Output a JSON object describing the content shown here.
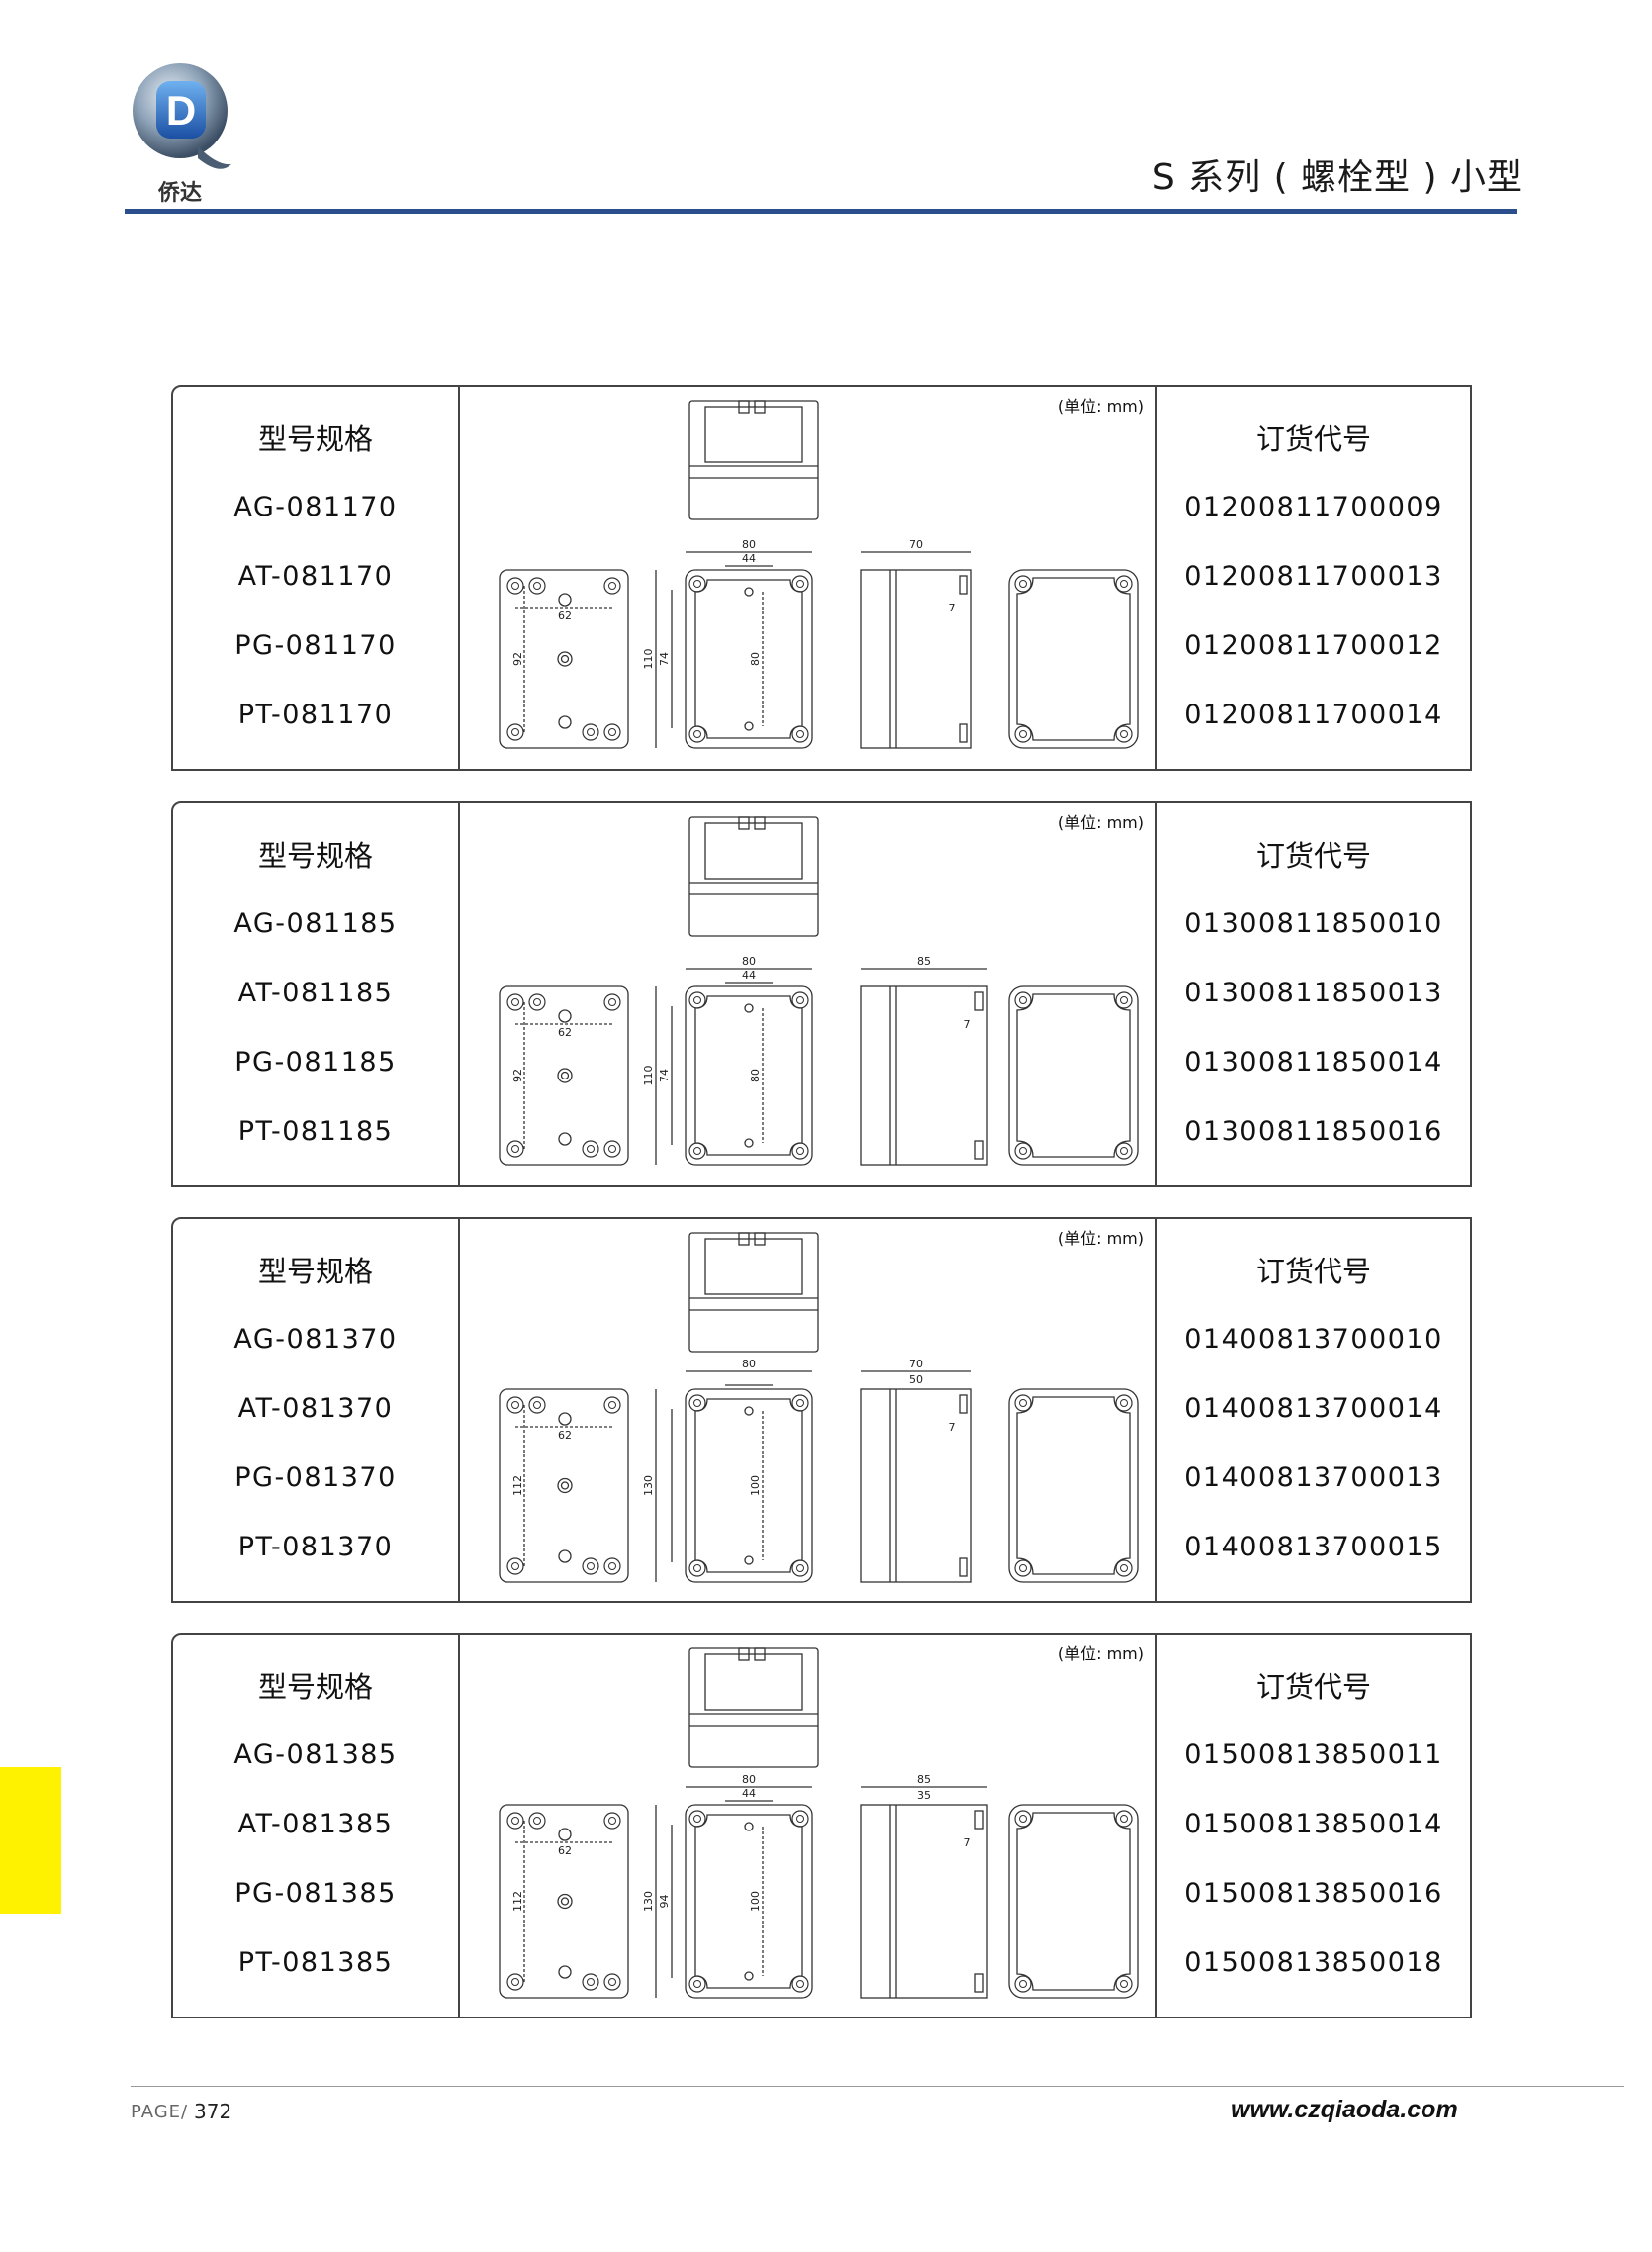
{
  "header": {
    "title": "S 系列 ( 螺栓型 ) 小型",
    "logo_text": "侨达",
    "logo_letter": "D"
  },
  "panels": [
    {
      "left_header": "型号规格",
      "right_header": "订货代号",
      "unit": "(单位: mm)",
      "models": [
        "AG-081170",
        "AT-081170",
        "PG-081170",
        "PT-081170"
      ],
      "codes": [
        "01200811700009",
        "01200811700013",
        "01200811700012",
        "01200811700014"
      ],
      "dims": {
        "depth": "70",
        "width": "80",
        "inner": "44",
        "hole_x": "62",
        "hole_y": "92",
        "height": "110",
        "inner_h": "74",
        "inner_v": "80",
        "lid": "7"
      }
    },
    {
      "left_header": "型号规格",
      "right_header": "订货代号",
      "unit": "(单位: mm)",
      "models": [
        "AG-081185",
        "AT-081185",
        "PG-081185",
        "PT-081185"
      ],
      "codes": [
        "01300811850010",
        "01300811850013",
        "01300811850014",
        "01300811850016"
      ],
      "dims": {
        "depth": "85",
        "width": "80",
        "inner": "44",
        "hole_x": "62",
        "hole_y": "92",
        "height": "110",
        "inner_h": "74",
        "inner_v": "80",
        "lid": "7"
      }
    },
    {
      "left_header": "型号规格",
      "right_header": "订货代号",
      "unit": "(单位: mm)",
      "models": [
        "AG-081370",
        "AT-081370",
        "PG-081370",
        "PT-081370"
      ],
      "codes": [
        "01400813700010",
        "01400813700014",
        "01400813700013",
        "01400813700015"
      ],
      "dims": {
        "depth": "70",
        "depth2": "50",
        "width": "80",
        "hole_x": "62",
        "hole_y": "112",
        "height": "130",
        "inner_v": "100",
        "lid": "7"
      }
    },
    {
      "left_header": "型号规格",
      "right_header": "订货代号",
      "unit": "(单位: mm)",
      "models": [
        "AG-081385",
        "AT-081385",
        "PG-081385",
        "PT-081385"
      ],
      "codes": [
        "01500813850011",
        "01500813850014",
        "01500813850016",
        "01500813850018"
      ],
      "dims": {
        "depth": "85",
        "depth2": "35",
        "width": "80",
        "inner": "44",
        "hole_x": "62",
        "hole_y": "112",
        "height": "130",
        "inner_h": "94",
        "inner_v": "100",
        "lid": "7"
      }
    }
  ],
  "footer": {
    "page_label": "PAGE/",
    "page_number": "372",
    "website": "www.czqiaoda.com"
  }
}
